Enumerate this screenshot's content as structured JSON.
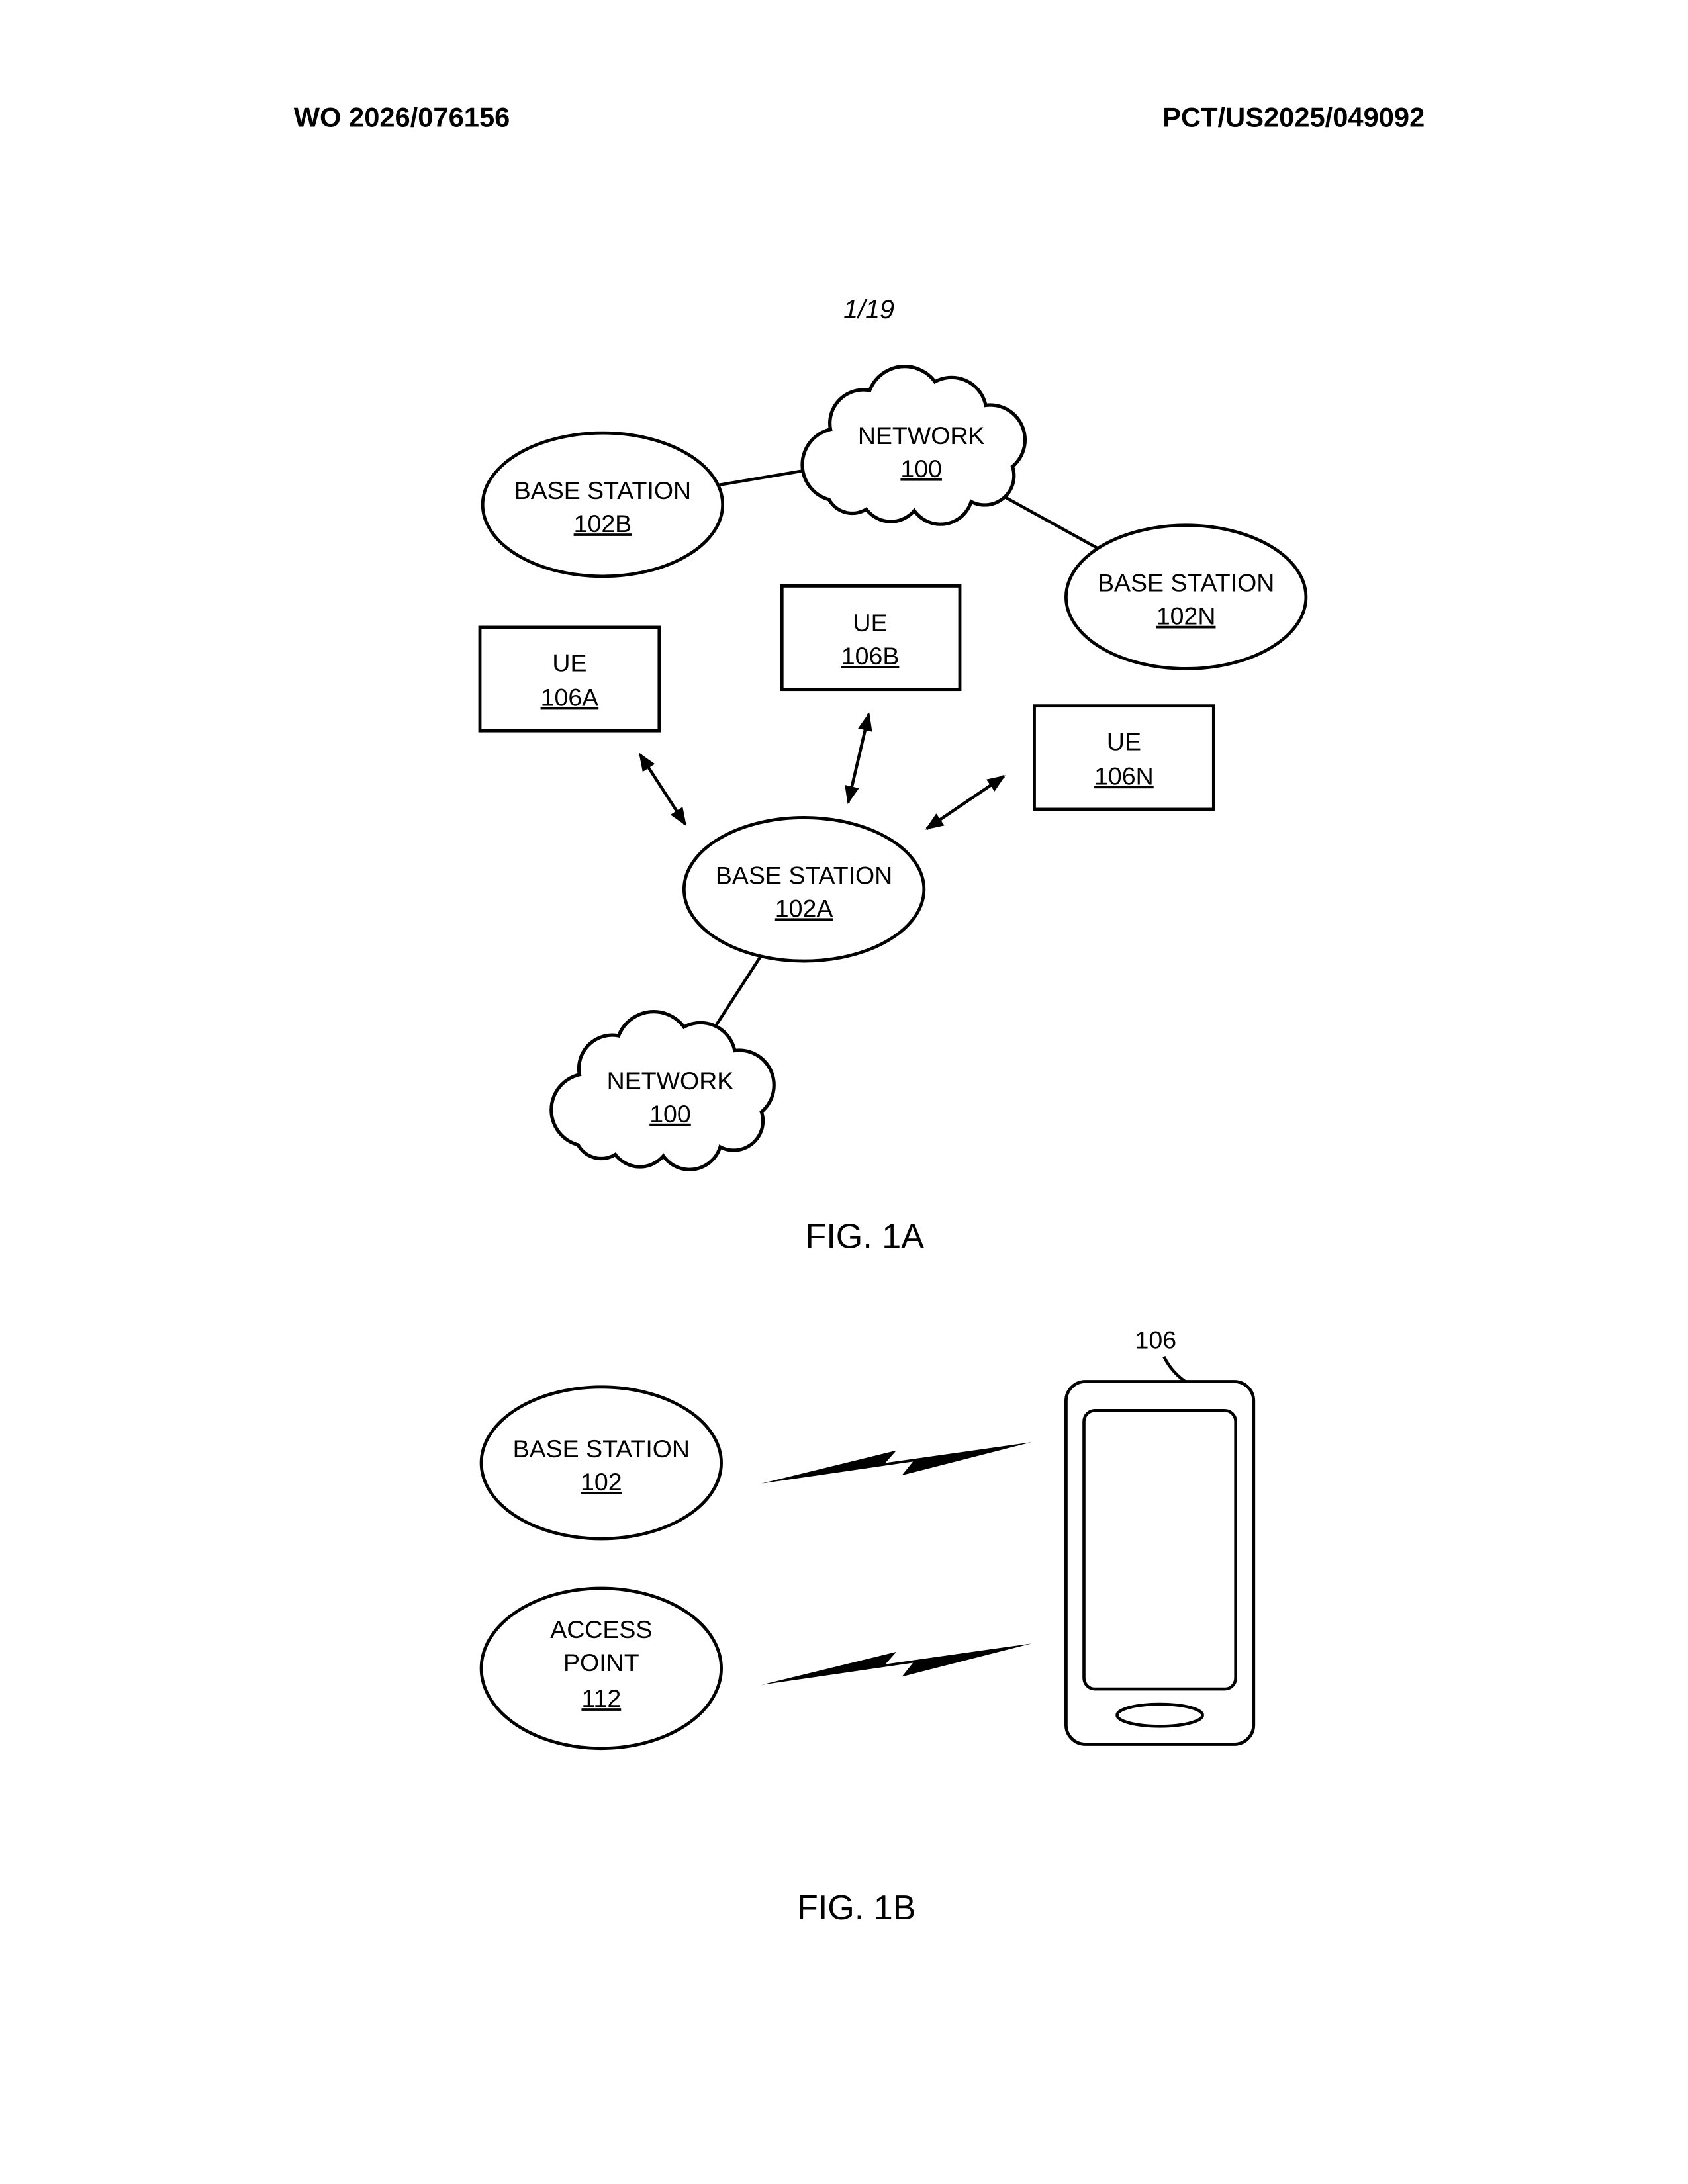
{
  "colors": {
    "ink": "#000000",
    "paper": "#ffffff"
  },
  "header": {
    "doc_number": "WO 2026/076156",
    "pct_number": "PCT/US2025/049092"
  },
  "sheet_number": "1/19",
  "fig1a": {
    "caption": "FIG. 1A",
    "network_top": {
      "label": "NETWORK",
      "ref": "100"
    },
    "base_station_102b": {
      "label": "BASE STATION",
      "ref": "102B"
    },
    "base_station_102n": {
      "label": "BASE STATION",
      "ref": "102N"
    },
    "base_station_102a": {
      "label": "BASE STATION",
      "ref": "102A"
    },
    "ue_106a": {
      "label": "UE",
      "ref": "106A"
    },
    "ue_106b": {
      "label": "UE",
      "ref": "106B"
    },
    "ue_106n": {
      "label": "UE",
      "ref": "106N"
    },
    "network_bottom": {
      "label": "NETWORK",
      "ref": "100"
    }
  },
  "fig1b": {
    "caption": "FIG. 1B",
    "base_station_102": {
      "label": "BASE STATION",
      "ref": "102"
    },
    "access_point_112": {
      "line1": "ACCESS",
      "line2": "POINT",
      "ref": "112"
    },
    "ue_device_ref": "106"
  }
}
